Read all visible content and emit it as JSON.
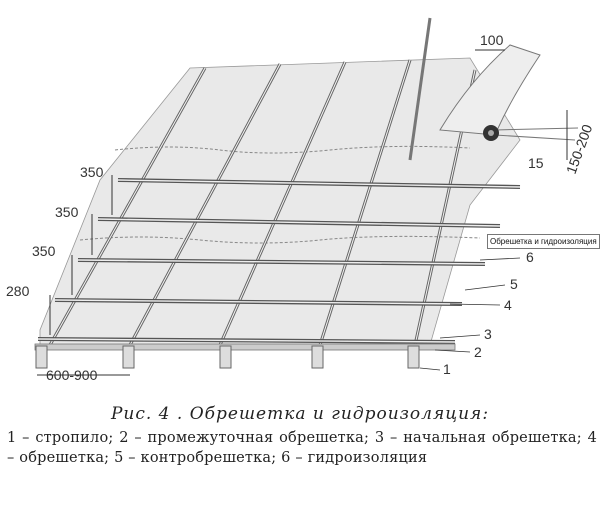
{
  "figure": {
    "dims": {
      "top": "100",
      "top_right": "150-200",
      "lap": "15",
      "spacing_1": "350",
      "spacing_2": "350",
      "spacing_3": "350",
      "spacing_4": "280",
      "rafter_spacing": "600-900"
    },
    "callouts": [
      "1",
      "2",
      "3",
      "4",
      "5",
      "6"
    ],
    "tooltip": "Обрешетка и гидроизоляция"
  },
  "caption": "Рис. 4 .  Обрешетка  и  гидроизоляция:",
  "legend": "1 – стропило; 2 – промежуточная обрешетка; 3 – начальная обрешетка; 4 – обрешетка; 5 – контробрешетка; 6 – гидроизоляция"
}
